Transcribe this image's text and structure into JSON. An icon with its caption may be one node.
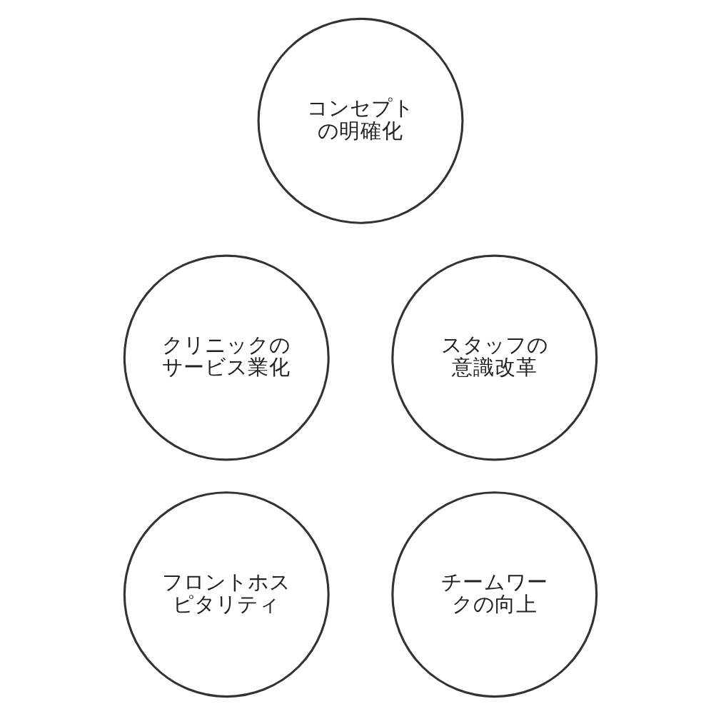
{
  "diagram": {
    "nodes": [
      {
        "text": [
          "コンセプトの明確化"
        ]
      },
      {
        "text": [
          "クリニックのサービス業化"
        ]
      },
      {
        "text": [
          "スタッフの意識改革"
        ]
      },
      {
        "text": [
          "フロントホスピタリティ"
        ]
      },
      {
        "text": [
          "チームワークの向上"
        ]
      }
    ]
  }
}
